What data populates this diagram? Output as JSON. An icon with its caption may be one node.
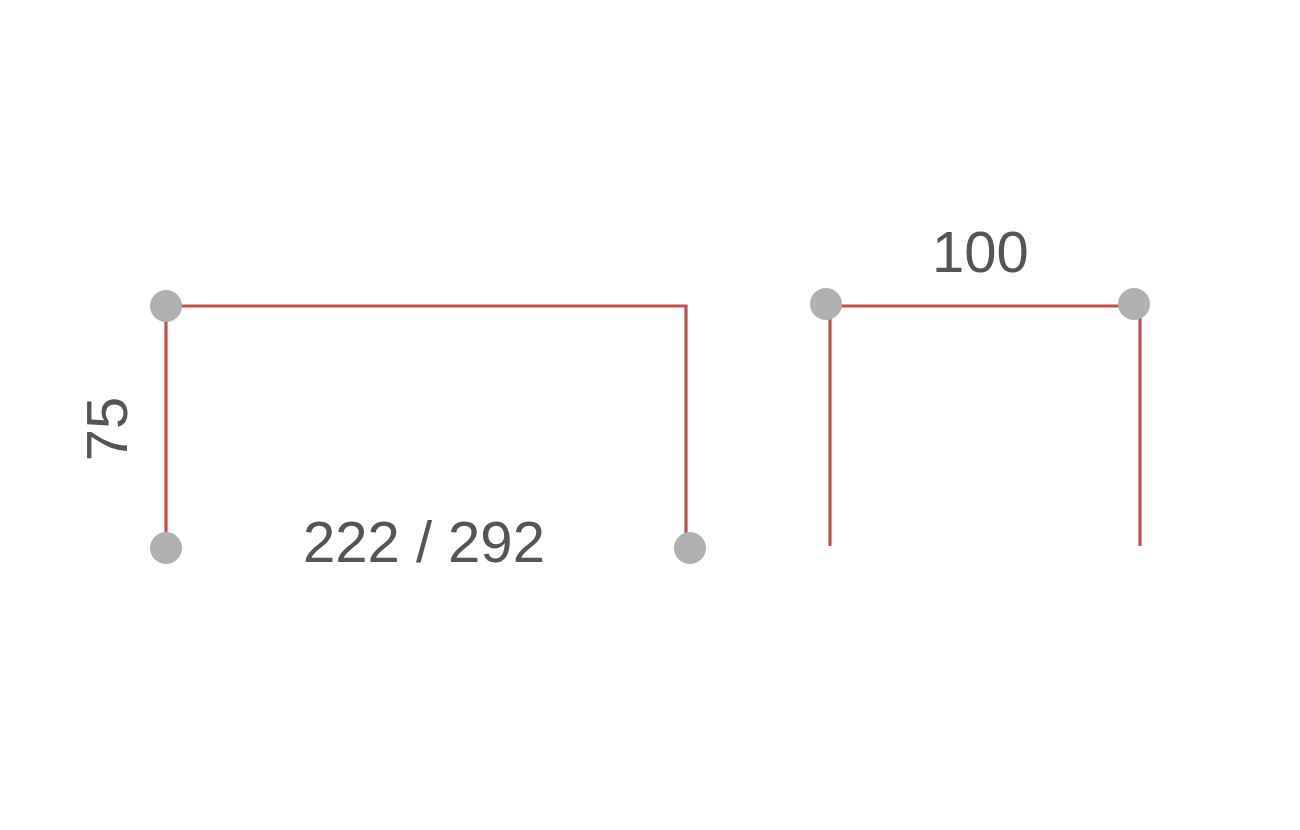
{
  "diagram": {
    "labels": [
      "100",
      "75",
      "222 / 292"
    ]
  }
}
